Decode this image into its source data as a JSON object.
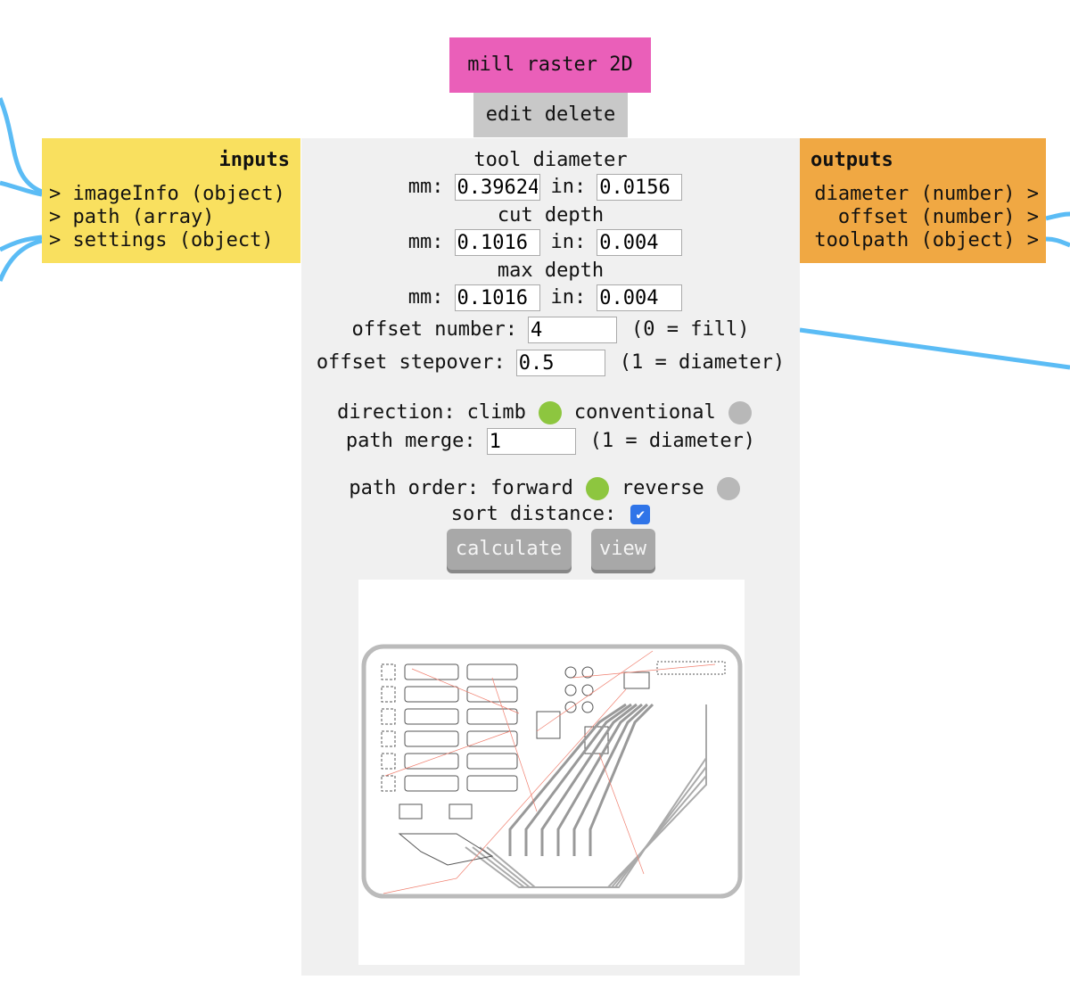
{
  "module": {
    "title": "mill raster 2D",
    "edit_label": "edit",
    "delete_label": "delete"
  },
  "inputs": {
    "header": "inputs",
    "ports": [
      "> imageInfo (object)",
      "> path (array)",
      "> settings (object)"
    ]
  },
  "outputs": {
    "header": "outputs",
    "ports": [
      "diameter (number) >",
      "offset (number) >",
      "toolpath (object) >"
    ]
  },
  "settings": {
    "tool_diameter": {
      "label": "tool diameter",
      "mm_label": "mm:",
      "mm": "0.39624",
      "in_label": "in:",
      "in": "0.0156"
    },
    "cut_depth": {
      "label": "cut depth",
      "mm_label": "mm:",
      "mm": "0.1016",
      "in_label": "in:",
      "in": "0.004"
    },
    "max_depth": {
      "label": "max depth",
      "mm_label": "mm:",
      "mm": "0.1016",
      "in_label": "in:",
      "in": "0.004"
    },
    "offset_number": {
      "label": "offset number:",
      "value": "4",
      "hint": "(0 = fill)"
    },
    "offset_stepover": {
      "label": "offset stepover:",
      "value": "0.5",
      "hint": "(1 = diameter)"
    },
    "direction": {
      "label": "direction:",
      "opt1": "climb",
      "opt2": "conventional",
      "selected": "climb"
    },
    "path_merge": {
      "label": "path merge:",
      "value": "1",
      "hint": "(1 = diameter)"
    },
    "path_order": {
      "label": "path order:",
      "opt1": "forward",
      "opt2": "reverse",
      "selected": "forward"
    },
    "sort_distance": {
      "label": "sort distance:",
      "checked": true
    },
    "calculate_label": "calculate",
    "view_label": "view"
  },
  "colors": {
    "selected": "#8dc63f",
    "unselected": "#b8b8b8",
    "wire": "#5bbcf5",
    "toolpath": "#555555",
    "jump": "#f08070"
  }
}
